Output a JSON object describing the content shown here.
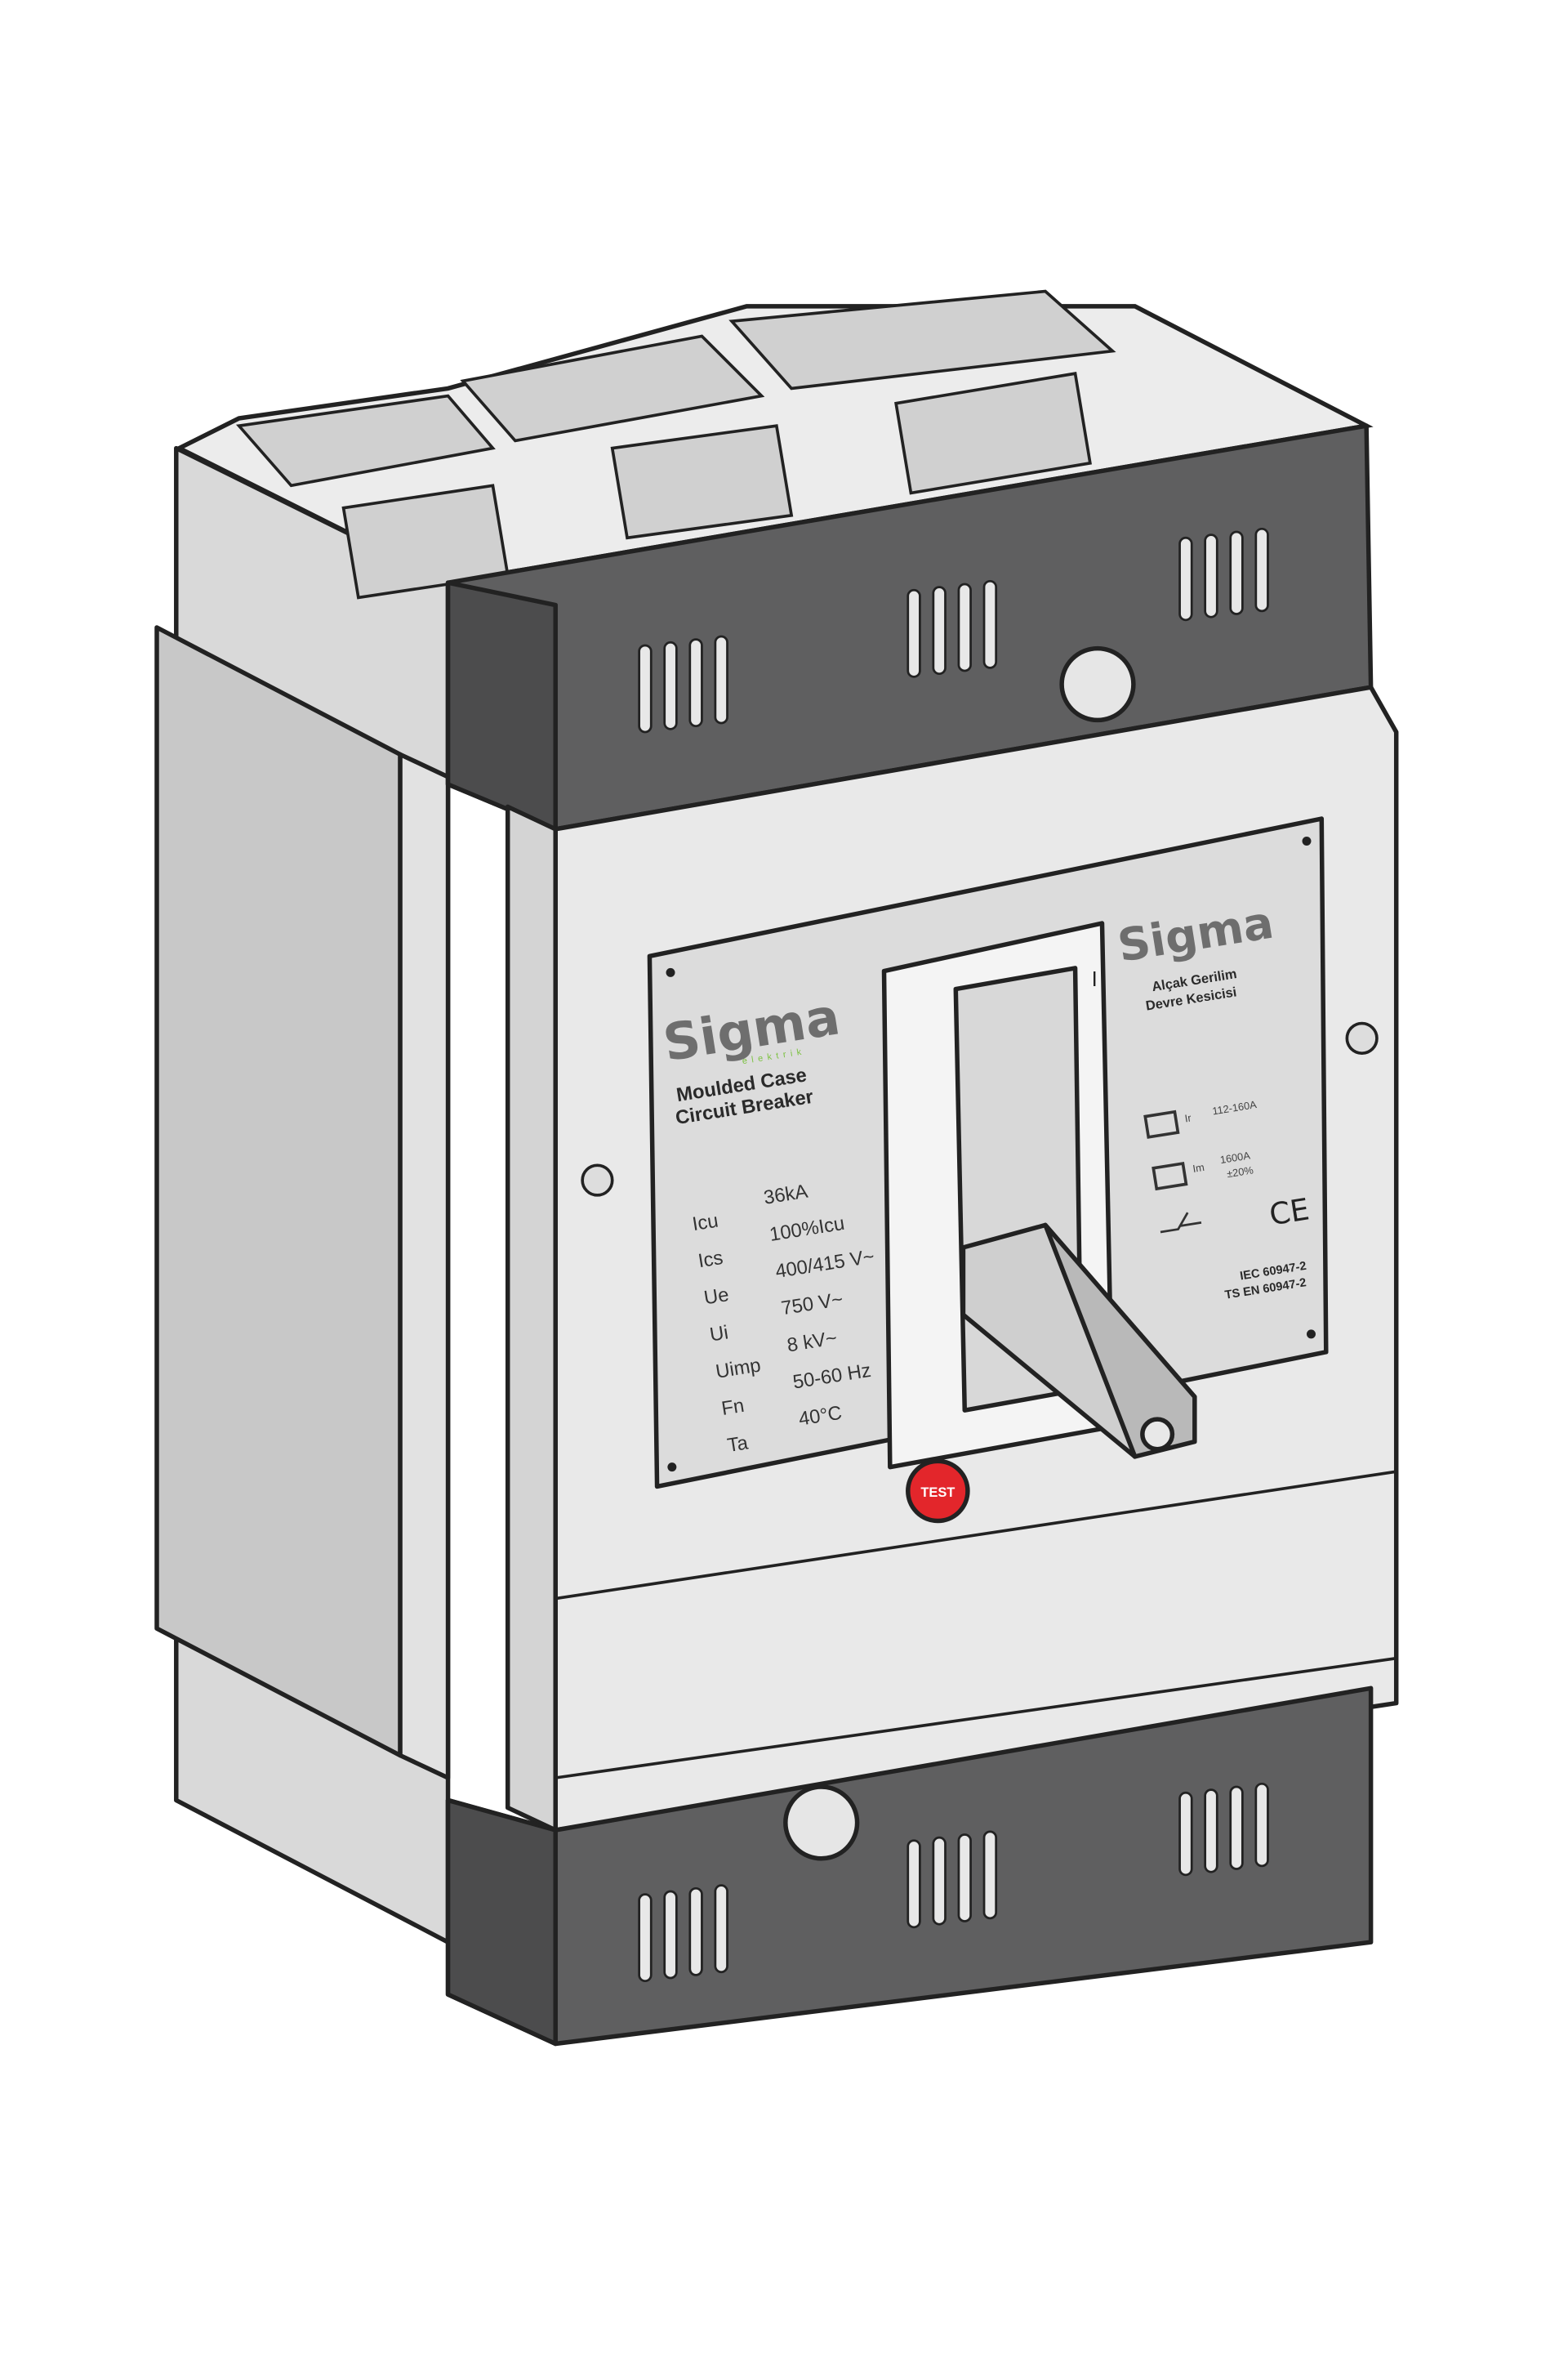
{
  "product": {
    "brand": "Sigma",
    "brand_sub": "elektrik",
    "type_en_line1": "Moulded Case",
    "type_en_line2": "Circuit Breaker",
    "type_tr_line1": "Alçak Gerilim",
    "type_tr_line2": "Devre Kesicisi",
    "test_button": "TEST",
    "specs": [
      {
        "key": "Icu",
        "value": "36kA"
      },
      {
        "key": "Ics",
        "value": "100%Icu"
      },
      {
        "key": "Ue",
        "value": "400/415 V~"
      },
      {
        "key": "Ui",
        "value": "750 V~"
      },
      {
        "key": "Uimp",
        "value": "8 kV~"
      },
      {
        "key": "Fn",
        "value": "50-60 Hz"
      },
      {
        "key": "Ta",
        "value": "40°C"
      }
    ],
    "thermal_label": "Ir",
    "thermal_value": "112-160A",
    "magnetic_label": "Im",
    "magnetic_value": "1600A",
    "magnetic_tolerance": "±20%",
    "ce_mark": "CE",
    "standard_1": "IEC 60947-2",
    "standard_2": "TS EN 60947-2",
    "handle_mark": "I"
  },
  "colors": {
    "cap": "#5f5f60",
    "body": "#e6e6e6",
    "accent_green": "#7dc242",
    "test_red": "#e3262b"
  }
}
